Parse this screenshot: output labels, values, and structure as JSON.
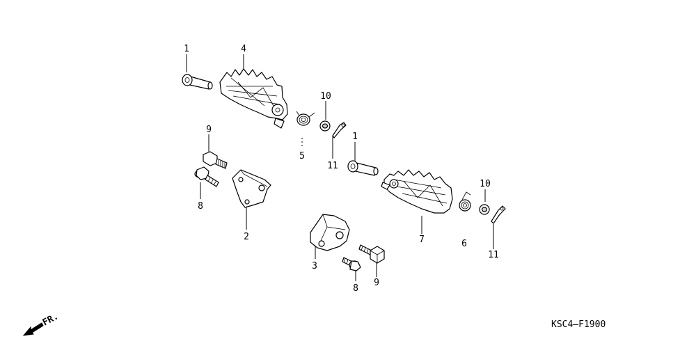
{
  "callouts": [
    {
      "id": "c1a",
      "text": "1"
    },
    {
      "id": "c4",
      "text": "4"
    },
    {
      "id": "c10a",
      "text": "10"
    },
    {
      "id": "c9a",
      "text": "9"
    },
    {
      "id": "c5",
      "text": "5"
    },
    {
      "id": "c11a",
      "text": "11"
    },
    {
      "id": "c1b",
      "text": "1"
    },
    {
      "id": "c8a",
      "text": "8"
    },
    {
      "id": "c2",
      "text": "2"
    },
    {
      "id": "c10b",
      "text": "10"
    },
    {
      "id": "c7",
      "text": "7"
    },
    {
      "id": "c6",
      "text": "6"
    },
    {
      "id": "c11b",
      "text": "11"
    },
    {
      "id": "c3",
      "text": "3"
    },
    {
      "id": "c8b",
      "text": "8"
    },
    {
      "id": "c9b",
      "text": "9"
    }
  ],
  "front_indicator": "FR.",
  "diagram_code": "KSC4—F1900"
}
